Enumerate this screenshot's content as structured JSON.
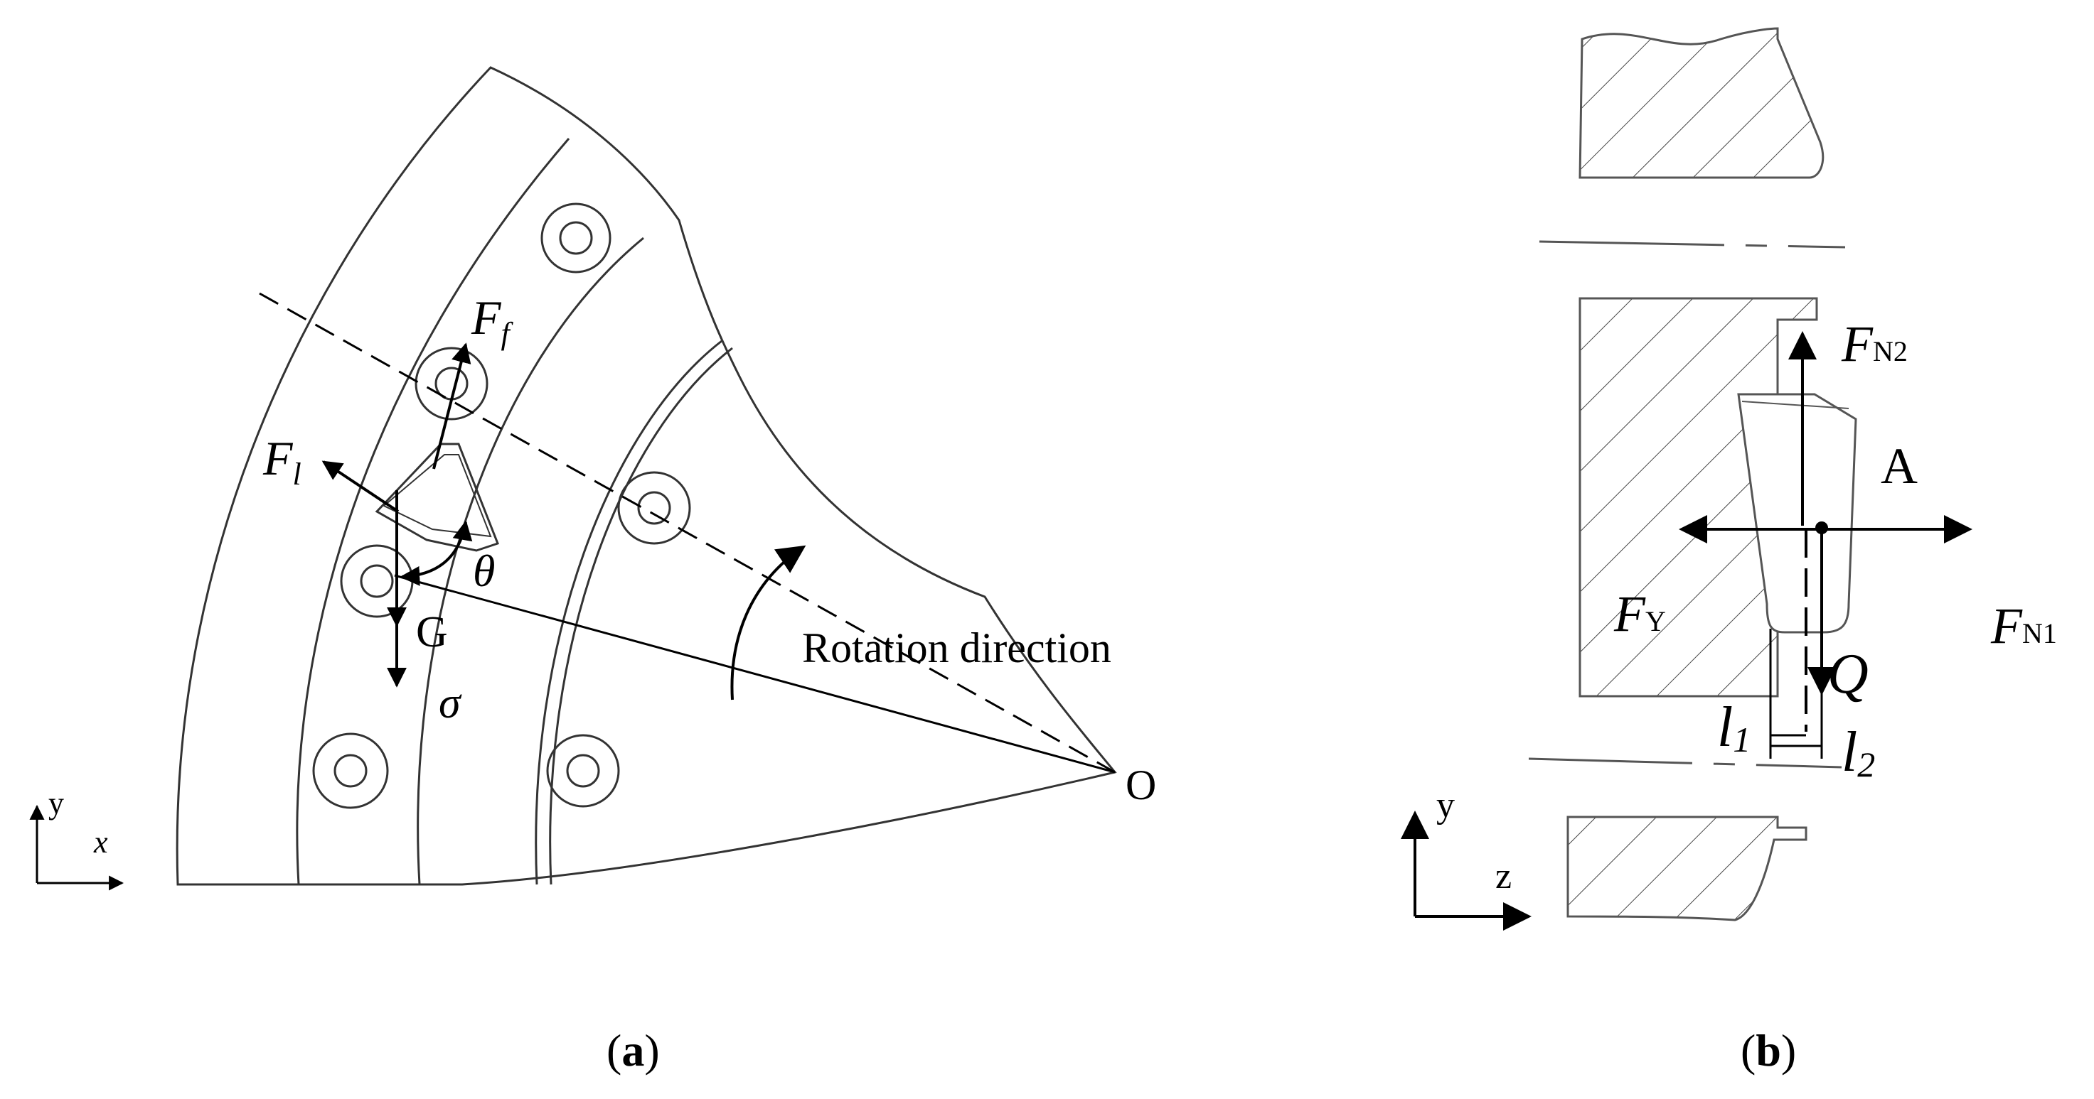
{
  "panel_a": {
    "label_ff_main": "F",
    "label_ff_sub": "f",
    "label_fl_main": "F",
    "label_fl_sub": "l",
    "label_theta": "θ",
    "label_g": "G",
    "label_sigma": "σ",
    "label_rotation": "Rotation direction",
    "label_origin": "O",
    "axis_y": "y",
    "axis_x": "x",
    "caption_open": "(",
    "caption_letter": "a",
    "caption_close": ")"
  },
  "panel_b": {
    "label_fn2_main": "F",
    "label_fn2_sub": "N2",
    "label_a": "A",
    "label_fy_main": "F",
    "label_fy_sub": "Y",
    "label_fn1_main": "F",
    "label_fn1_sub": "N1",
    "label_q": "Q",
    "label_l1_main": "l",
    "label_l1_sub": "1",
    "label_l2_main": "l",
    "label_l2_sub": "2",
    "axis_y": "y",
    "axis_z": "z",
    "caption_open": "(",
    "caption_letter": "b",
    "caption_close": ")"
  }
}
